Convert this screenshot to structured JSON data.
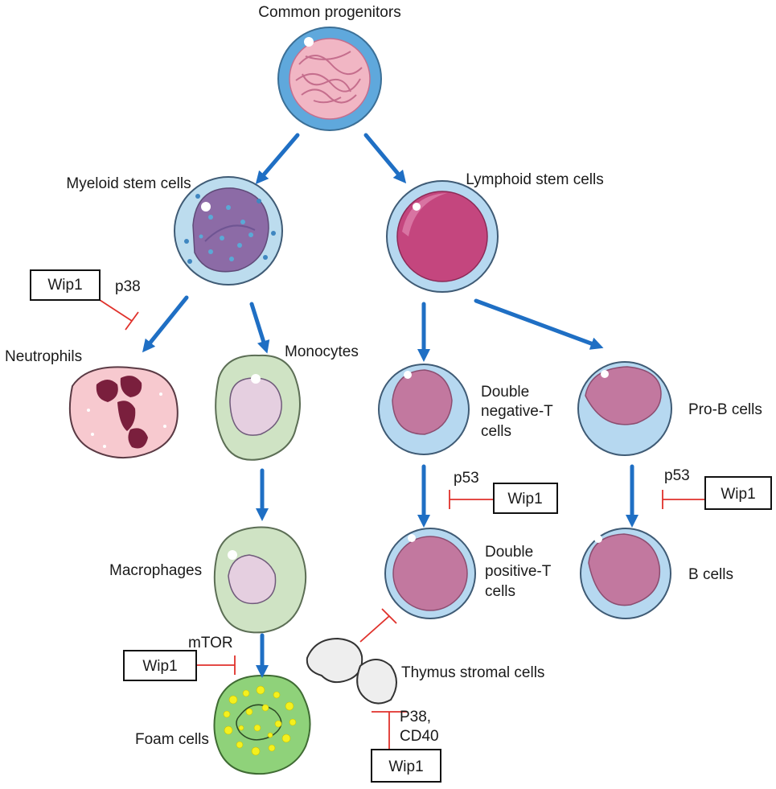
{
  "title": "Common progenitors",
  "cells": {
    "myeloid": "Myeloid stem cells",
    "lymphoid": "Lymphoid stem cells",
    "neutrophils": "Neutrophils",
    "monocytes": "Monocytes",
    "macrophages": "Macrophages",
    "foam": "Foam cells",
    "dnt": [
      "Double",
      "negative-T",
      "cells"
    ],
    "dpt": [
      "Double",
      "positive-T",
      "cells"
    ],
    "prob": "Pro-B cells",
    "bcells": "B cells",
    "thymus": "Thymus stromal cells"
  },
  "regulators": {
    "p38": "p38",
    "mtor": "mTOR",
    "p53_t": "p53",
    "p53_b": "p53",
    "p38_cd40": [
      "P38,",
      "CD40"
    ],
    "wip1": [
      "Wip1",
      "Wip1",
      "Wip1",
      "Wip1",
      "Wip1"
    ]
  },
  "colors": {
    "arrow": "#1f6fc4",
    "inhibit": "#e0312b",
    "membrane": "#a9d3ef",
    "nucleus_pink": "#c2789f",
    "nucleus_lymphoid": "#c4467e",
    "monocyte_cytoplasm": "#cfe3c4",
    "neutrophil_cytoplasm": "#f7c9cf",
    "neutrophil_nucleus": "#7a1f3d",
    "foam_cytoplasm": "#8fd27a",
    "lipid_droplet": "#f4f01e",
    "thymus": "#eeeeee"
  }
}
